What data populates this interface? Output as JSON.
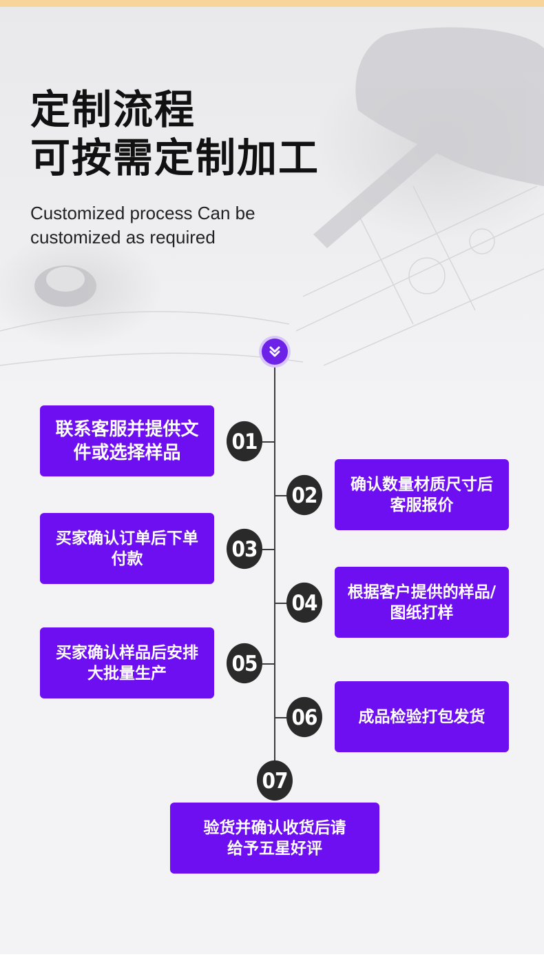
{
  "header": {
    "title_line1": "定制流程",
    "title_line2": "可按需定制加工",
    "subtitle": "Customized process Can be customized as required"
  },
  "steps": [
    {
      "number": "01",
      "text": "联系客服并提供文件或选择样品"
    },
    {
      "number": "02",
      "text": "确认数量材质尺寸后客服报价"
    },
    {
      "number": "03",
      "text": "买家确认订单后下单付款"
    },
    {
      "number": "04",
      "text": "根据客户提供的样品/图纸打样"
    },
    {
      "number": "05",
      "text": "买家确认样品后安排大批量生产"
    },
    {
      "number": "06",
      "text": "成品检验打包发货"
    },
    {
      "number": "07",
      "text": "验货并确认收货后请给予五星好评"
    }
  ],
  "colors": {
    "accent": "#6d0ff0",
    "marker_ring": "#d8c6fa",
    "number_bg": "#2a2a2a",
    "top_strip": "#f6d49a"
  },
  "icons": {
    "top_marker": "double-chevron-down-icon"
  }
}
